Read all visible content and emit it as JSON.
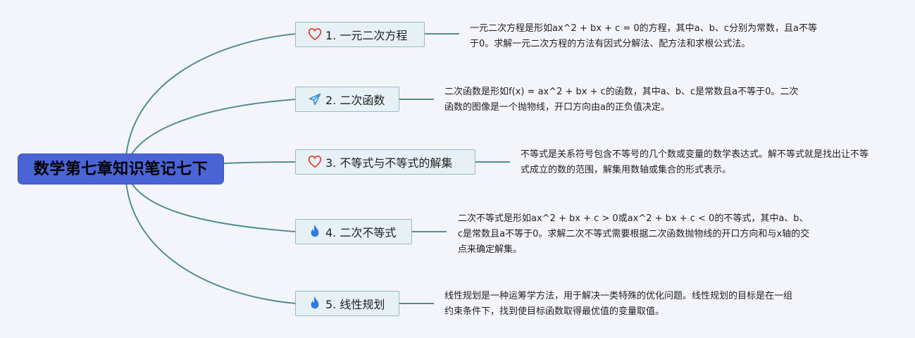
{
  "root": {
    "title": "数学第七章知识笔记七下"
  },
  "colors": {
    "root_fill": "#4a64d6",
    "node_fill": "#e7f0f5",
    "node_border": "#92bcc6",
    "connector": "#4f8f8f",
    "heart": "#e0453a",
    "plane": "#3a8fd0",
    "flame": "#2f7bd9"
  },
  "topics": [
    {
      "icon": "heart-icon",
      "label": "1. 一元二次方程",
      "desc": "一元二次方程是形如ax^2 + bx + c = 0的方程，其中a、b、c分别为常数，且a不等于0。求解一元二次方程的方法有因式分解法、配方法和求根公式法。"
    },
    {
      "icon": "paper-plane-icon",
      "label": "2. 二次函数",
      "desc": "二次函数是形如f(x) = ax^2 + bx + c的函数，其中a、b、c是常数且a不等于0。二次函数的图像是一个抛物线，开口方向由a的正负值决定。"
    },
    {
      "icon": "heart-icon",
      "label": "3. 不等式与不等式的解集",
      "desc": "不等式是关系符号包含不等号的几个数或变量的数学表达式。解不等式就是找出让不等式成立的数的范围，解集用数轴或集合的形式表示。"
    },
    {
      "icon": "flame-icon",
      "label": "4. 二次不等式",
      "desc": "二次不等式是形如ax^2 + bx + c > 0或ax^2 + bx + c < 0的不等式，其中a、b、c是常数且a不等于0。求解二次不等式需要根据二次函数抛物线的开口方向和与x轴的交点来确定解集。"
    },
    {
      "icon": "flame-icon",
      "label": "5. 线性规划",
      "desc": "线性规划是一种运筹学方法，用于解决一类特殊的优化问题。线性规划的目标是在一组约束条件下，找到使目标函数取得最优值的变量取值。"
    }
  ]
}
